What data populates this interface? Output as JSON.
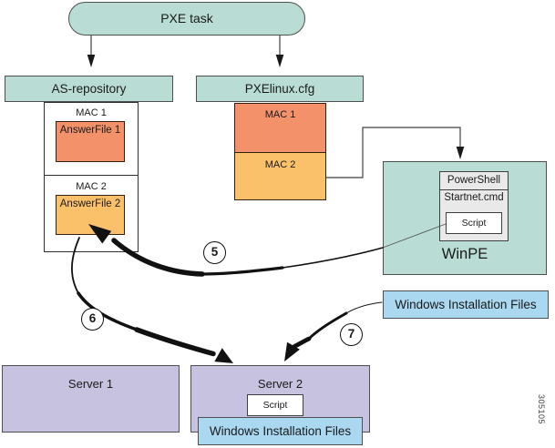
{
  "colors": {
    "teal": "#b9ddd5",
    "salmon": "#f2916a",
    "orange": "#fac06a",
    "lavender": "#c6c2e0",
    "light_blue": "#a9d8f0",
    "gray_box": "#e9e9e9",
    "arrow_black": "#111111"
  },
  "pxe_task": {
    "label": "PXE task"
  },
  "as_repository": {
    "title": "AS-repository",
    "entries": [
      {
        "mac": "MAC 1",
        "file": "AnswerFile 1"
      },
      {
        "mac": "MAC 2",
        "file": "AnswerFile 2"
      }
    ]
  },
  "pxelinux": {
    "title": "PXElinux.cfg",
    "entries": [
      {
        "label": "MAC 1"
      },
      {
        "label": "MAC 2"
      }
    ]
  },
  "winpe": {
    "title": "WinPE",
    "powershell_label": "PowerShell",
    "startnet_label": "Startnet.cmd",
    "script_label": "Script"
  },
  "windows_files": {
    "label": "Windows Installation Files"
  },
  "servers": {
    "server1": {
      "title": "Server 1"
    },
    "server2": {
      "title": "Server 2",
      "script_label": "Script",
      "files_label": "Windows Installation Files"
    }
  },
  "steps": {
    "step5": "5",
    "step6": "6",
    "step7": "7"
  },
  "figure_number": "305105"
}
